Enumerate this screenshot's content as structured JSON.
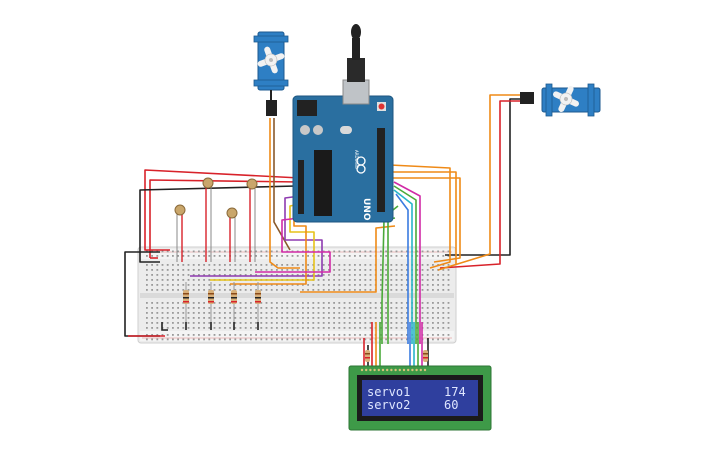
{
  "colors": {
    "background": "#ffffff",
    "breadboard": "#e9e9e9",
    "arduino": "#2a6fa0",
    "servo": "#2e7fc4",
    "lcd_pcb": "#3e9a48",
    "lcd_screen": "#2f3f9e",
    "wire_red": "#d8222a",
    "wire_black": "#222222",
    "wire_orange": "#ef8a17",
    "wire_yellow": "#e6c21a",
    "wire_purple": "#8e3ab0",
    "wire_magenta": "#d12aa6",
    "wire_green": "#4aaa3a",
    "wire_blue": "#3a7be0",
    "wire_cyan": "#28b6c8",
    "wire_brown": "#8a5a2b"
  },
  "icons": {
    "servo": "servo-motor-icon",
    "ldr": "photoresistor-icon",
    "resistor": "resistor-icon",
    "usb": "usb-connector-icon",
    "arduino_logo": "infinity-logo-icon"
  },
  "arduino": {
    "model_label": "UNO",
    "brand_label": "ARDUINO"
  },
  "lcd": {
    "row1_label": "servo1",
    "row1_value": "174",
    "row2_label": "servo2",
    "row2_value": "60"
  }
}
